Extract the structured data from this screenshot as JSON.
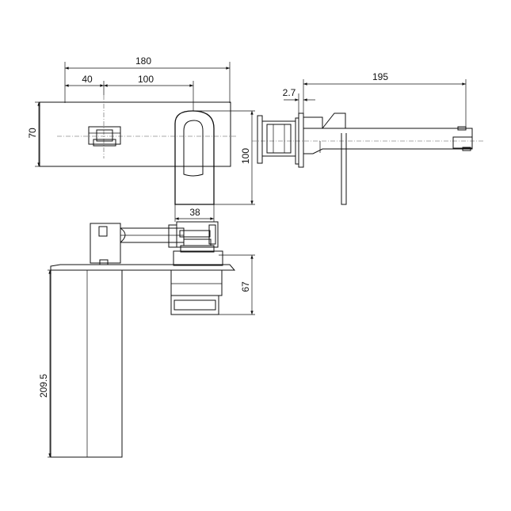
{
  "dimensions": {
    "overall_width": "180",
    "offset_40": "40",
    "centres_100": "100",
    "plate_height": "70",
    "handle_width": "38",
    "handle_height": "100",
    "plate_thickness": "2.7",
    "spout_reach": "195",
    "body_depth": "67",
    "spout_length": "209.5"
  }
}
